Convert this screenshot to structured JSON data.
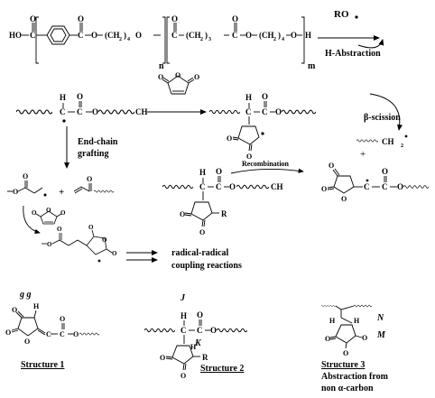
{
  "top_polymer": {
    "left_block": "HO-C(=O)-C6H4-C(=O)-O-(CH2)4-O",
    "right_block": "C(=O)-(CH2)3-C(=O)-O-(CH2)4-O-H",
    "n_label": "n",
    "m_label": "m",
    "ho": "HO",
    "ch2_4": "(CH",
    "ch2_3": "(CH",
    "sub_2": "2",
    "sub_4": "4",
    "sub_3": "3",
    "close_paren": ")",
    "h_end": "H",
    "c_letter": "C",
    "o_letter": "O"
  },
  "radical_reagent": "RO",
  "h_abstraction": "H-Abstraction",
  "end_chain_grafting": "End-chain\ngrafting",
  "end_chain_line1": "End-chain",
  "end_chain_line2": "grafting",
  "recombination": "Recombination",
  "beta_scission": "β-scission",
  "ch2_radical": "CH",
  "plus": "+",
  "radical_coupling": "radical-radical\ncoupling reactions",
  "radical_coupling_line1": "radical-radical",
  "radical_coupling_line2": "coupling reactions",
  "ch_end": "CH",
  "r_group": "R",
  "structures": [
    {
      "caption": "Structure 1",
      "marks": "g g"
    },
    {
      "caption": "Structure 2",
      "marks_top": "J",
      "marks_side": "K"
    },
    {
      "caption": "Structure 3",
      "marks_n": "N",
      "marks_m": "M",
      "note_line1": "Abstraction from",
      "note_line2": "non α-carbon"
    }
  ]
}
